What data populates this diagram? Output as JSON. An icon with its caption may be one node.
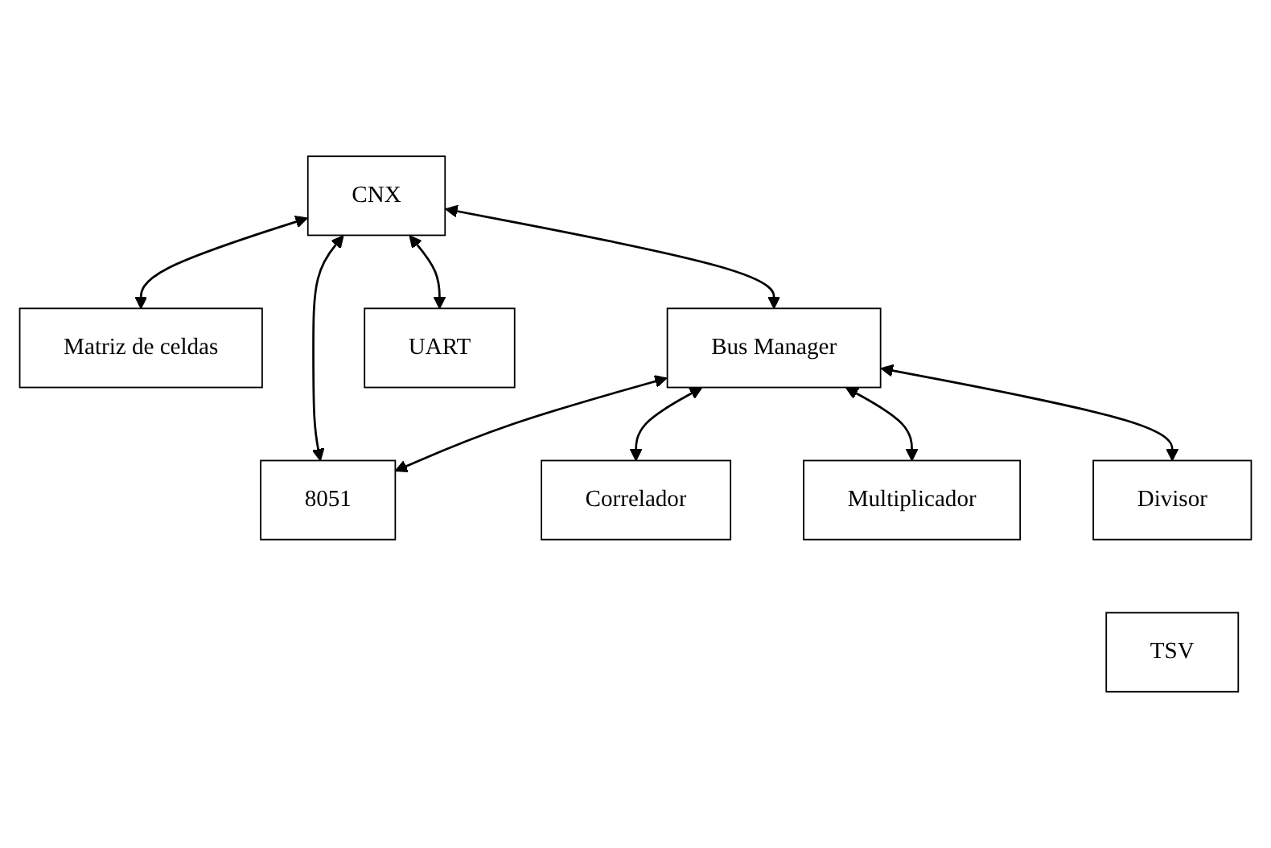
{
  "diagram": {
    "nodes": [
      {
        "text": [
          "CNX"
        ]
      },
      {
        "text": [
          "Matriz de celdas"
        ]
      },
      {
        "text": [
          "Bus Manager"
        ]
      },
      {
        "text": [
          "UART"
        ]
      },
      {
        "text": [
          "8051"
        ]
      },
      {
        "text": [
          "Correlador"
        ]
      },
      {
        "text": [
          "Multiplicador"
        ]
      },
      {
        "text": [
          "Divisor"
        ]
      },
      {
        "text": [
          "TSV"
        ]
      }
    ],
    "edges": [
      {
        "from": 0,
        "to": 1,
        "arrow": "both"
      },
      {
        "from": 0,
        "to": 2,
        "arrow": "both"
      },
      {
        "from": 0,
        "to": 4,
        "arrow": "both"
      },
      {
        "from": 0,
        "to": 3,
        "arrow": "both"
      },
      {
        "from": 2,
        "to": 4,
        "arrow": "both"
      },
      {
        "from": 2,
        "to": 5,
        "arrow": "both"
      },
      {
        "from": 2,
        "to": 6,
        "arrow": "both"
      },
      {
        "from": 2,
        "to": 7,
        "arrow": "both"
      }
    ]
  }
}
